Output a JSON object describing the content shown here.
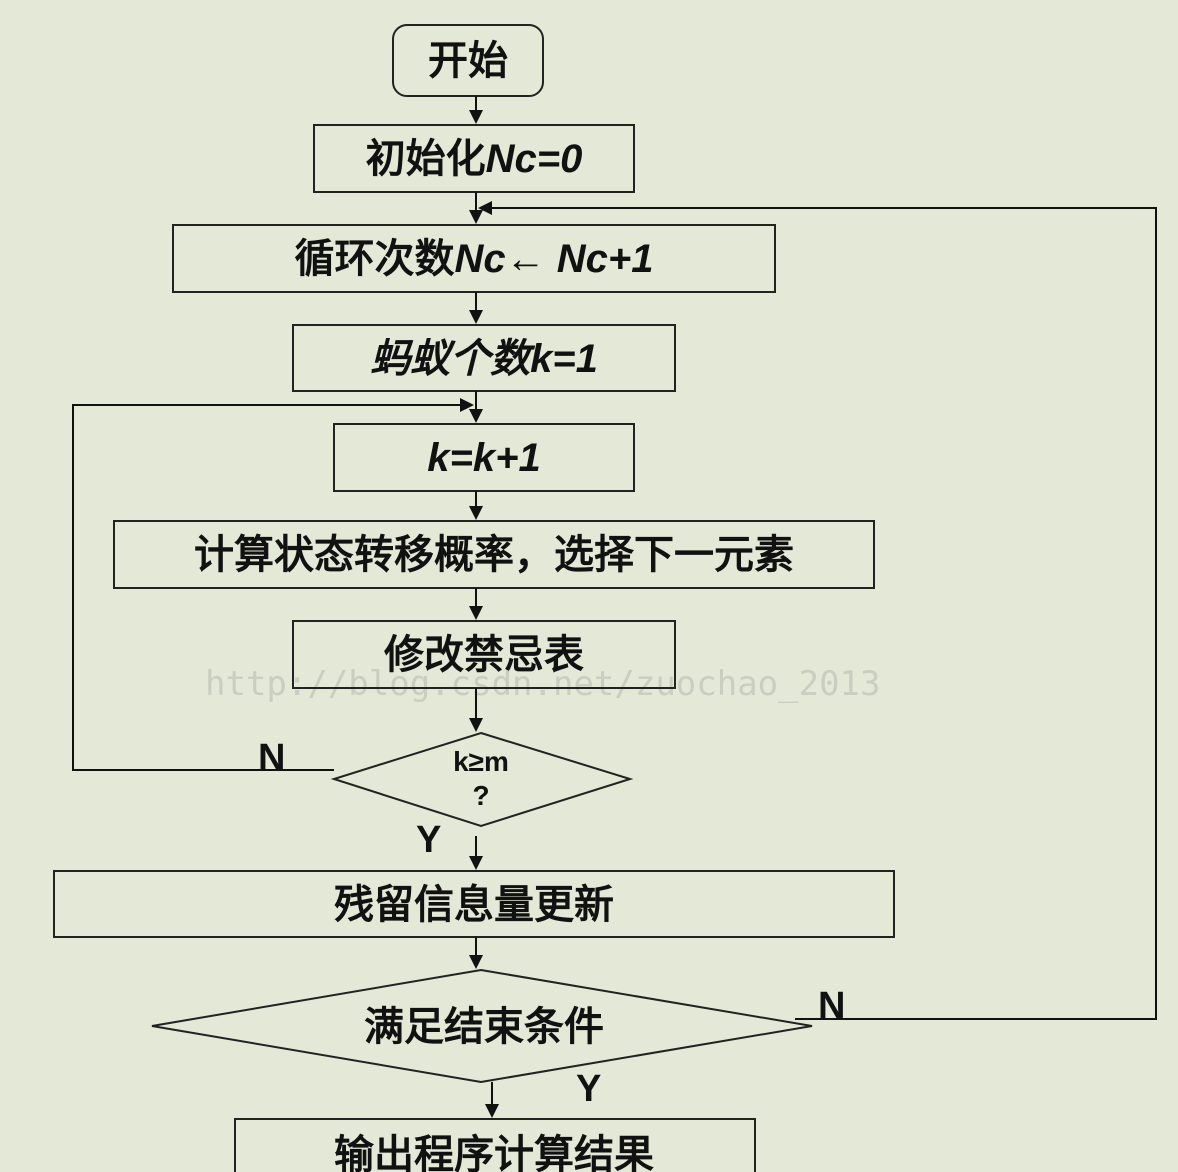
{
  "nodes": {
    "start": "开始",
    "init_prefix": "初始化",
    "init_var": "Nc=0",
    "loop_prefix": "循环次数",
    "loop_expr": "Nc← Nc+1",
    "ants_prefix": "蚂蚁个数",
    "ants_expr": "k=1",
    "increment": "k=k+1",
    "compute": "计算状态转移概率，选择下一元素",
    "modify": "修改禁忌表",
    "decision1_line1": "k≥m",
    "decision1_line2": "?",
    "update": "残留信息量更新",
    "decision2": "满足结束条件",
    "output": "输出程序计算结果"
  },
  "branches": {
    "d1_no": "N",
    "d1_yes": "Y",
    "d2_no": "N",
    "d2_yes": "Y"
  },
  "watermark": "http://blog.csdn.net/zuochao_2013"
}
